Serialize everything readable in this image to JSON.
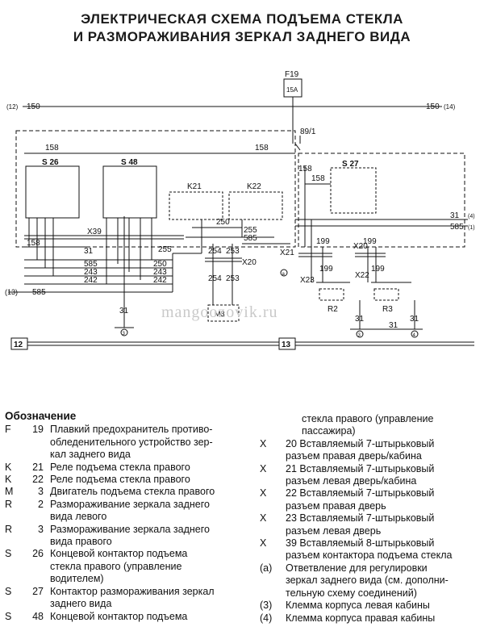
{
  "title": {
    "line1": "ЭЛЕКТРИЧЕСКАЯ СХЕМА ПОДЪЕМА СТЕКЛА",
    "line2": "И РАЗМОРАЖИВАНИЯ ЗЕРКАЛ ЗАДНЕГО ВИДА"
  },
  "diagram": {
    "fuse": {
      "label": "F19",
      "rating": "15A"
    },
    "left_bus": {
      "ref": "(12)",
      "wire": "150"
    },
    "right_bus": {
      "ref": "(14)",
      "wire": "150"
    },
    "node_89": "89/1",
    "components": {
      "s26": "S 26",
      "s48": "S 48",
      "k21": "K21",
      "k22": "K22",
      "s27": "S 27",
      "m3": "M3",
      "r2": "R2",
      "r3": "R3"
    },
    "connectors": {
      "x39": "X39",
      "x20a": "X20",
      "x21": "X21",
      "x20b": "X20",
      "x23": "X23",
      "x22": "X22"
    },
    "wires": {
      "w158a": "158",
      "w158b": "158",
      "w158c": "158",
      "w158d": "158",
      "w158e": "158",
      "w255a": "255",
      "w255b": "255",
      "w250a": "250",
      "w250b": "250",
      "w243a": "243",
      "w243b": "243",
      "w242a": "242",
      "w242b": "242",
      "w31a": "31",
      "w31b": "31",
      "w31c": "31",
      "w31d": "31",
      "w31e": "31",
      "w31f": "31",
      "w585a": "585",
      "w585b": "585",
      "w585c": "585",
      "w585d": "585",
      "w254a": "254",
      "w254b": "254",
      "w253a": "253",
      "w253b": "253",
      "w199a": "199",
      "w199b": "199",
      "w199c": "199",
      "w199d": "199"
    },
    "left_585_ref": "(13)",
    "right_31_ref": "(4)",
    "right_585_ref": "(1)",
    "ground_marks": {
      "g1": "3",
      "g2": "3",
      "g3": "4"
    },
    "note_a": "a",
    "sections": {
      "left": "12",
      "right": "13"
    },
    "watermark": "mangoozovik.ru"
  },
  "legend": {
    "heading": "Обозначение",
    "left": [
      {
        "letter": "F",
        "num": "19",
        "text": "Плавкий предохранитель противо-\nобледенительного устройство зер-\nкал заднего вида"
      },
      {
        "letter": "K",
        "num": "21",
        "text": "Реле подъема стекла правого"
      },
      {
        "letter": "K",
        "num": "22",
        "text": "Реле подъема стекла правого"
      },
      {
        "letter": "M",
        "num": "3",
        "text": "Двигатель подъема стекла правого"
      },
      {
        "letter": "R",
        "num": "2",
        "text": "Размораживание зеркала заднего\nвида левого"
      },
      {
        "letter": "R",
        "num": "3",
        "text": "Размораживание зеркала заднего\nвида правого"
      },
      {
        "letter": "S",
        "num": "26",
        "text": "Концевой контактор подъема\nстекла правого (управление\nводителем)"
      },
      {
        "letter": "S",
        "num": "27",
        "text": "Контактор размораживания зеркал\nзаднего вида"
      },
      {
        "letter": "S",
        "num": "48",
        "text": "Концевой контактор подъема"
      }
    ],
    "right_cont": "стекла правого (управление\nпассажира)",
    "right": [
      {
        "letter": "X",
        "text": "20  Вставляемый 7-штырьковый\nразъем правая дверь/кабина"
      },
      {
        "letter": "X",
        "text": "21  Вставляемый 7-штырьковый\nразъем левая дверь/кабина"
      },
      {
        "letter": "X",
        "text": "22  Вставляемый 7-штырьковый\nразъем правая дверь"
      },
      {
        "letter": "X",
        "text": "23  Вставляемый 7-штырьковый\nразъем левая дверь"
      },
      {
        "letter": "X",
        "text": "39  Вставляемый 8-штырьковый\nразъем контактора подъема стекла"
      },
      {
        "letter": "(a)",
        "text": "Ответвление для регулировки\nзеркал заднего вида (см. дополни-\nтельную схему соединений)"
      },
      {
        "letter": "(3)",
        "text": "Клемма корпуса левая кабины"
      },
      {
        "letter": "(4)",
        "text": "Клемма корпуса правая кабины"
      }
    ]
  }
}
